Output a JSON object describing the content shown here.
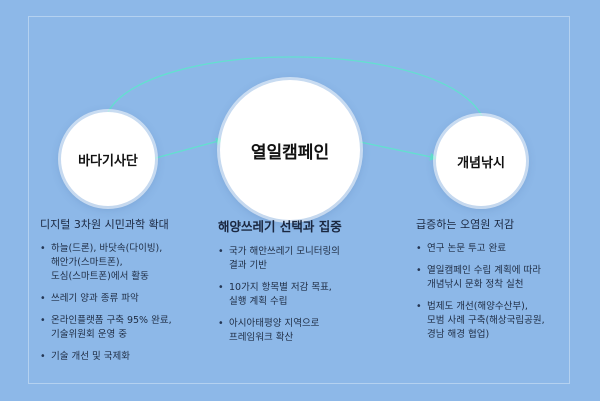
{
  "nodes": {
    "left": "바다기사단",
    "center": "열일캠페인",
    "right": "개념낚시"
  },
  "columns": {
    "left": {
      "heading": "디지털 3차원 시민과학 확대",
      "items": [
        "하늘(드론), 바닷속(다이빙),\n해안가(스마트폰),\n도심(스마트폰)에서 활동",
        "쓰레기 양과 종류 파악",
        "온라인플랫폼 구축 95% 완료,\n기술위원회 운영 중",
        "기술 개선 및 국제화"
      ]
    },
    "center": {
      "heading": "해양쓰레기 선택과 집중",
      "items": [
        "국가 해안쓰레기 모니터링의\n결과 기반",
        "10가지 항목별 저감 목표,\n실행 계획 수립",
        "아시아태평양 지역으로\n프레임워크 확산"
      ]
    },
    "right": {
      "heading": "급증하는 오염원 저감",
      "items": [
        "연구 논문 투고 완료",
        "열일캠페인 수립 계획에 따라\n개념낚시 문화 정착 실천",
        "법제도 개선(해양수산부),\n모범 사례 구축(해상국립공원,\n경남 해경 협업)"
      ]
    }
  },
  "colors": {
    "background": "#8db8e8",
    "connector": "#63e0cf",
    "node_fill": "#ffffff"
  }
}
